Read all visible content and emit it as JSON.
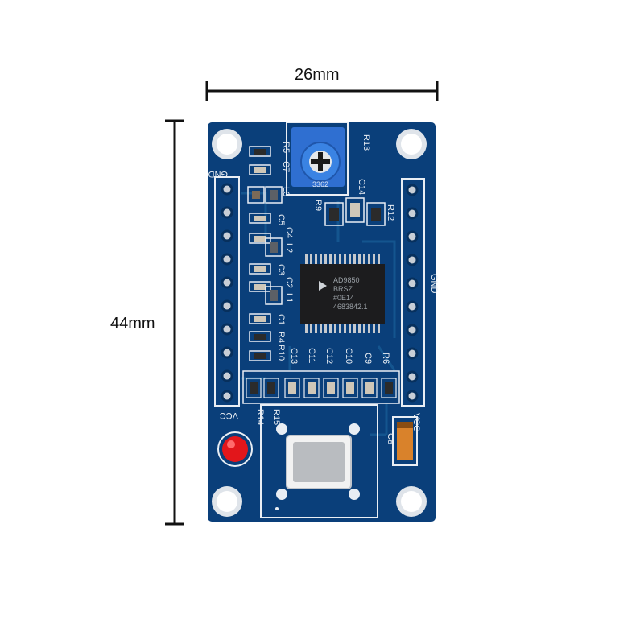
{
  "dimensions": {
    "width_label": "26mm",
    "height_label": "44mm"
  },
  "silkscreen": {
    "gnd_left": "GND",
    "vcc_left": "VCC",
    "gnd_right": "GND",
    "vcc_right": "VCC",
    "refs": {
      "r13": "R13",
      "r5": "R5",
      "c7": "C7",
      "l3": "L3",
      "c14": "C14",
      "r9": "R9",
      "r12": "R12",
      "c5": "C5",
      "c4": "C4",
      "l2": "L2",
      "c3": "C3",
      "c2": "C2",
      "l1": "L1",
      "c1": "C1",
      "r4": "R4",
      "r10": "R10",
      "c13": "C13",
      "c11": "C11",
      "c12": "C12",
      "c10": "C10",
      "c9": "C9",
      "r6": "R6",
      "r14": "R14",
      "r15": "R15",
      "c8": "C8"
    }
  },
  "chip_marking": [
    "AD9850",
    "BRSZ",
    "#0E14",
    "4683842.1"
  ],
  "trimmer_marking": "3362",
  "colors": {
    "pcb": "#0a3f7a",
    "trace": "#14558f",
    "silk": "#e9eef4",
    "led": "#e2161b",
    "trimmer": "#2f6fd1",
    "capacitor_tantalum": "#d9822b"
  }
}
